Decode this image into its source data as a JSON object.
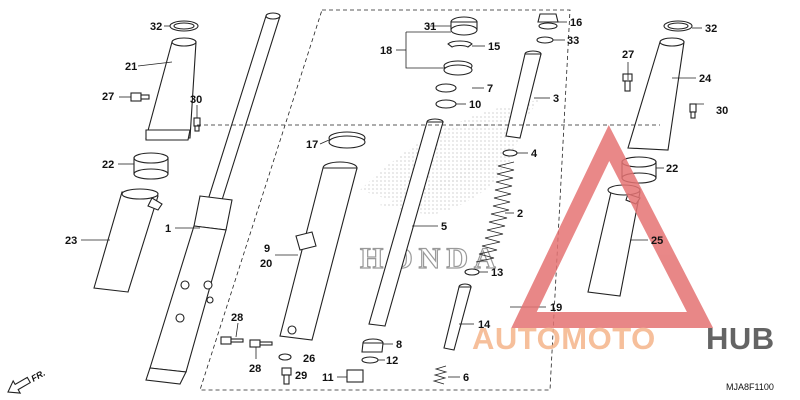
{
  "callouts": {
    "c32_left": "32",
    "c21": "21",
    "c27_left": "27",
    "c30_left": "30",
    "c22_left": "22",
    "c23": "23",
    "c1": "1",
    "c28_top": "28",
    "c28_bottom": "28",
    "c29": "29",
    "c26": "26",
    "c9": "9",
    "c20": "20",
    "c17": "17",
    "c31": "31",
    "c18": "18",
    "c15": "15",
    "c7": "7",
    "c10": "10",
    "c5": "5",
    "c8": "8",
    "c12": "12",
    "c11": "11",
    "c16": "16",
    "c33": "33",
    "c3": "3",
    "c4": "4",
    "c2": "2",
    "c13": "13",
    "c14": "14",
    "c6": "6",
    "c19": "19",
    "c32_right": "32",
    "c27_right": "27",
    "c24": "24",
    "c30_right": "30",
    "c22_right": "22",
    "c25": "25"
  },
  "direction_label": "FR.",
  "diagram_code": "MJA8F1100",
  "watermark": {
    "brand_left": "AUTOMOTO",
    "brand_right": "HUB",
    "brand_left_color": "#f5b58a",
    "brand_right_color": "#4a4a4a",
    "triangle_color": "#e57373",
    "background_logo_text": "HONDA"
  }
}
